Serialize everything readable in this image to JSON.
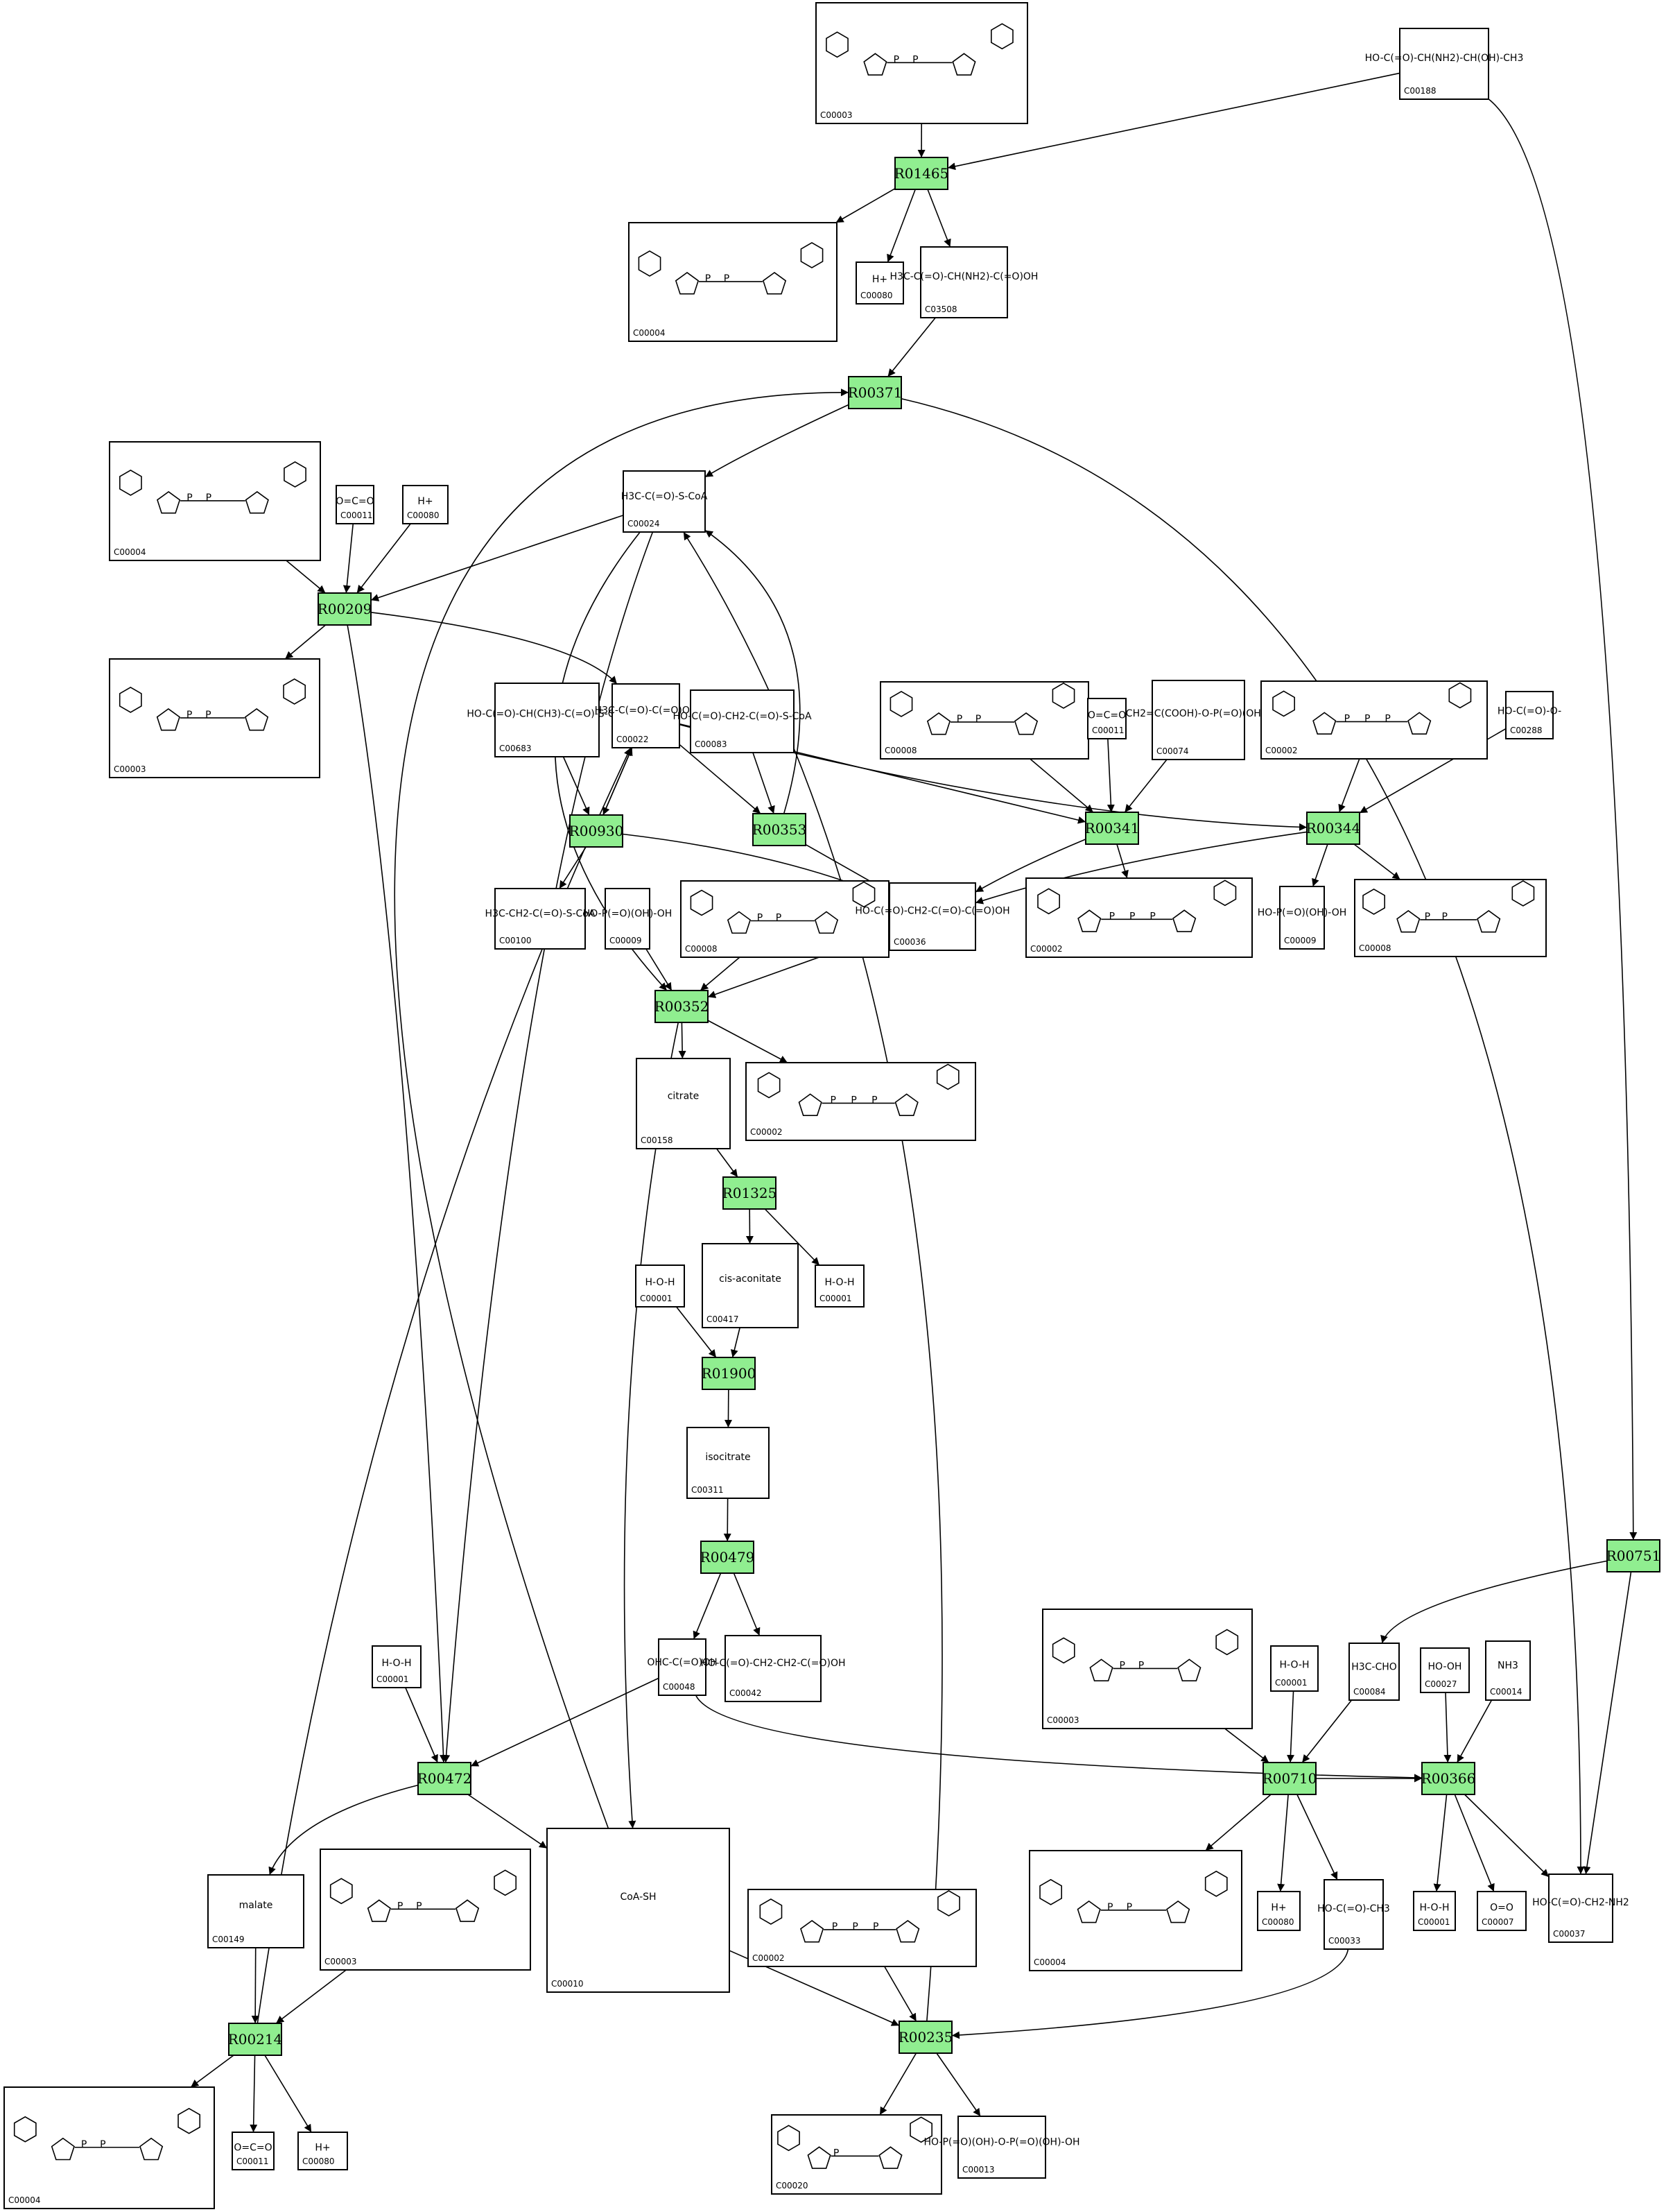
{
  "colors": {
    "reaction_fill": "#90ee90",
    "stroke": "#000000",
    "background": "#ffffff"
  },
  "reactions": [
    {
      "id": "R01465",
      "label": "R01465"
    },
    {
      "id": "R00371",
      "label": "R00371"
    },
    {
      "id": "R00209",
      "label": "R00209"
    },
    {
      "id": "R00930",
      "label": "R00930"
    },
    {
      "id": "R00353",
      "label": "R00353"
    },
    {
      "id": "R00341",
      "label": "R00341"
    },
    {
      "id": "R00344",
      "label": "R00344"
    },
    {
      "id": "R00352",
      "label": "R00352"
    },
    {
      "id": "R01325",
      "label": "R01325"
    },
    {
      "id": "R01900",
      "label": "R01900"
    },
    {
      "id": "R00479",
      "label": "R00479"
    },
    {
      "id": "R00751",
      "label": "R00751"
    },
    {
      "id": "R00472",
      "label": "R00472"
    },
    {
      "id": "R00710",
      "label": "R00710"
    },
    {
      "id": "R00366",
      "label": "R00366"
    },
    {
      "id": "R00214",
      "label": "R00214"
    },
    {
      "id": "R00235",
      "label": "R00235"
    }
  ],
  "compounds": [
    {
      "key": "c3_top",
      "id": "C00003",
      "formula": "NAD+ (nicotinamide-ribose-PP-ribose-adenine)"
    },
    {
      "key": "c188",
      "id": "C00188",
      "formula": "HO-C(=O)-CH(NH2)-CH(OH)-CH3"
    },
    {
      "key": "c4_a",
      "id": "C00004",
      "formula": "NADH"
    },
    {
      "key": "c80_a",
      "id": "C00080",
      "formula": "H+"
    },
    {
      "key": "c3508",
      "id": "C03508",
      "formula": "H3C-C(=O)-CH(NH2)-C(=O)OH"
    },
    {
      "key": "c4_b",
      "id": "C00004",
      "formula": "NADH"
    },
    {
      "key": "c11_a",
      "id": "C00011",
      "formula": "O=C=O"
    },
    {
      "key": "c80_b",
      "id": "C00080",
      "formula": "H+"
    },
    {
      "key": "c24",
      "id": "C00024",
      "formula": "H3C-C(=O)-S-CoA"
    },
    {
      "key": "c3_b",
      "id": "C00003",
      "formula": "NAD+"
    },
    {
      "key": "c683",
      "id": "C00683",
      "formula": "HO-C(=O)-CH(CH3)-C(=O)-S-CoA"
    },
    {
      "key": "c22",
      "id": "C00022",
      "formula": "H3C-C(=O)-C(=O)OH"
    },
    {
      "key": "c83",
      "id": "C00083",
      "formula": "HO-C(=O)-CH2-C(=O)-S-CoA"
    },
    {
      "key": "c8_a",
      "id": "C00008",
      "formula": "ADP"
    },
    {
      "key": "c11_b",
      "id": "C00011",
      "formula": "O=C=O"
    },
    {
      "key": "c74",
      "id": "C00074",
      "formula": "CH2=C(COOH)-O-P(=O)(OH)2"
    },
    {
      "key": "c2_a",
      "id": "C00002",
      "formula": "ATP"
    },
    {
      "key": "c288",
      "id": "C00288",
      "formula": "HO-C(=O)-O-"
    },
    {
      "key": "c100",
      "id": "C00100",
      "formula": "H3C-CH2-C(=O)-S-CoA"
    },
    {
      "key": "c9_a",
      "id": "C00009",
      "formula": "HO-P(=O)(OH)-OH"
    },
    {
      "key": "c8_b",
      "id": "C00008",
      "formula": "ADP"
    },
    {
      "key": "c36",
      "id": "C00036",
      "formula": "HO-C(=O)-CH2-C(=O)-C(=O)OH"
    },
    {
      "key": "c2_b",
      "id": "C00002",
      "formula": "ATP"
    },
    {
      "key": "c9_b",
      "id": "C00009",
      "formula": "HO-P(=O)(OH)-OH"
    },
    {
      "key": "c8_c",
      "id": "C00008",
      "formula": "ADP"
    },
    {
      "key": "c158",
      "id": "C00158",
      "formula": "citrate"
    },
    {
      "key": "c2_c",
      "id": "C00002",
      "formula": "ATP"
    },
    {
      "key": "c1_a",
      "id": "C00001",
      "formula": "H-O-H"
    },
    {
      "key": "c417",
      "id": "C00417",
      "formula": "cis-aconitate"
    },
    {
      "key": "c1_b",
      "id": "C00001",
      "formula": "H-O-H"
    },
    {
      "key": "c311",
      "id": "C00311",
      "formula": "isocitrate"
    },
    {
      "key": "c48",
      "id": "C00048",
      "formula": "OHC-C(=O)OH"
    },
    {
      "key": "c42",
      "id": "C00042",
      "formula": "HO-C(=O)-CH2-CH2-C(=O)OH"
    },
    {
      "key": "c1_c",
      "id": "C00001",
      "formula": "H-O-H"
    },
    {
      "key": "c3_c",
      "id": "C00003",
      "formula": "NAD+"
    },
    {
      "key": "c1_d",
      "id": "C00001",
      "formula": "H-O-H"
    },
    {
      "key": "c84",
      "id": "C00084",
      "formula": "H3C-CHO"
    },
    {
      "key": "c27",
      "id": "C00027",
      "formula": "HO-OH"
    },
    {
      "key": "c14",
      "id": "C00014",
      "formula": "NH3"
    },
    {
      "key": "c149",
      "id": "C00149",
      "formula": "malate"
    },
    {
      "key": "c3_d",
      "id": "C00003",
      "formula": "NAD+"
    },
    {
      "key": "c10",
      "id": "C00010",
      "formula": "CoA-SH"
    },
    {
      "key": "c2_d",
      "id": "C00002",
      "formula": "ATP"
    },
    {
      "key": "c4_c",
      "id": "C00004",
      "formula": "NADH"
    },
    {
      "key": "c80_c",
      "id": "C00080",
      "formula": "H+"
    },
    {
      "key": "c33",
      "id": "C00033",
      "formula": "HO-C(=O)-CH3"
    },
    {
      "key": "c1_e",
      "id": "C00001",
      "formula": "H-O-H"
    },
    {
      "key": "c7",
      "id": "C00007",
      "formula": "O=O"
    },
    {
      "key": "c37",
      "id": "C00037",
      "formula": "HO-C(=O)-CH2-NH2"
    },
    {
      "key": "c4_d",
      "id": "C00004",
      "formula": "NADH"
    },
    {
      "key": "c11_c",
      "id": "C00011",
      "formula": "O=C=O"
    },
    {
      "key": "c80_d",
      "id": "C00080",
      "formula": "H+"
    },
    {
      "key": "c20",
      "id": "C00020",
      "formula": "AMP"
    },
    {
      "key": "c13",
      "id": "C00013",
      "formula": "HO-P(=O)(OH)-O-P(=O)(OH)-OH"
    }
  ],
  "edges": [
    {
      "from": "c3_top",
      "to": "R01465"
    },
    {
      "from": "c188",
      "to": "R01465"
    },
    {
      "from": "R01465",
      "to": "c4_a"
    },
    {
      "from": "R01465",
      "to": "c80_a"
    },
    {
      "from": "R01465",
      "to": "c3508"
    },
    {
      "from": "c3508",
      "to": "R00371"
    },
    {
      "from": "R00371",
      "to": "c24"
    },
    {
      "from": "R00371",
      "to": "c37"
    },
    {
      "from": "c4_b",
      "to": "R00209"
    },
    {
      "from": "c11_a",
      "to": "R00209"
    },
    {
      "from": "c80_b",
      "to": "R00209"
    },
    {
      "from": "c24",
      "to": "R00209"
    },
    {
      "from": "R00209",
      "to": "c3_b"
    },
    {
      "from": "R00209",
      "to": "c22"
    },
    {
      "from": "c683",
      "to": "R00930"
    },
    {
      "from": "c22",
      "to": "R00930"
    },
    {
      "from": "R00930",
      "to": "c22"
    },
    {
      "from": "R00930",
      "to": "c100"
    },
    {
      "from": "R00930",
      "to": "c36"
    },
    {
      "from": "c83",
      "to": "R00353"
    },
    {
      "from": "c22",
      "to": "R00353"
    },
    {
      "from": "R00353",
      "to": "c24"
    },
    {
      "from": "R00353",
      "to": "c36"
    },
    {
      "from": "c8_a",
      "to": "R00341"
    },
    {
      "from": "c11_b",
      "to": "R00341"
    },
    {
      "from": "c74",
      "to": "R00341"
    },
    {
      "from": "c22",
      "to": "R00341"
    },
    {
      "from": "R00341",
      "to": "c2_b"
    },
    {
      "from": "R00341",
      "to": "c36"
    },
    {
      "from": "c2_a",
      "to": "R00344"
    },
    {
      "from": "c288",
      "to": "R00344"
    },
    {
      "from": "c22",
      "to": "R00344"
    },
    {
      "from": "R00344",
      "to": "c9_b"
    },
    {
      "from": "R00344",
      "to": "c8_c"
    },
    {
      "from": "R00344",
      "to": "c36"
    },
    {
      "from": "c24",
      "to": "R00352"
    },
    {
      "from": "c9_a",
      "to": "R00352"
    },
    {
      "from": "c8_b",
      "to": "R00352"
    },
    {
      "from": "c36",
      "to": "R00352"
    },
    {
      "from": "R00352",
      "to": "c158"
    },
    {
      "from": "R00352",
      "to": "c2_c"
    },
    {
      "from": "R00352",
      "to": "c10"
    },
    {
      "from": "c158",
      "to": "R01325"
    },
    {
      "from": "R01325",
      "to": "c417"
    },
    {
      "from": "R01325",
      "to": "c1_b"
    },
    {
      "from": "c1_a",
      "to": "R01900"
    },
    {
      "from": "c417",
      "to": "R01900"
    },
    {
      "from": "R01900",
      "to": "c311"
    },
    {
      "from": "c311",
      "to": "R00479"
    },
    {
      "from": "R00479",
      "to": "c48"
    },
    {
      "from": "R00479",
      "to": "c42"
    },
    {
      "from": "c188",
      "to": "R00751"
    },
    {
      "from": "R00751",
      "to": "c84"
    },
    {
      "from": "R00751",
      "to": "c37"
    },
    {
      "from": "c1_c",
      "to": "R00472"
    },
    {
      "from": "c48",
      "to": "R00472"
    },
    {
      "from": "c24",
      "to": "R00472"
    },
    {
      "from": "R00209",
      "to": "R00472"
    },
    {
      "from": "R00472",
      "to": "c149"
    },
    {
      "from": "R00472",
      "to": "c10"
    },
    {
      "from": "c48",
      "to": "R00366"
    },
    {
      "from": "c3_c",
      "to": "R00710"
    },
    {
      "from": "c1_d",
      "to": "R00710"
    },
    {
      "from": "c84",
      "to": "R00710"
    },
    {
      "from": "R00710",
      "to": "c4_c"
    },
    {
      "from": "R00710",
      "to": "c80_c"
    },
    {
      "from": "R00710",
      "to": "c33"
    },
    {
      "from": "R00710",
      "to": "R00366"
    },
    {
      "from": "c27",
      "to": "R00366"
    },
    {
      "from": "c14",
      "to": "R00366"
    },
    {
      "from": "R00366",
      "to": "c1_e"
    },
    {
      "from": "R00366",
      "to": "c7"
    },
    {
      "from": "R00366",
      "to": "c37"
    },
    {
      "from": "c149",
      "to": "R00214"
    },
    {
      "from": "c3_d",
      "to": "R00214"
    },
    {
      "from": "R00214",
      "to": "c4_d"
    },
    {
      "from": "R00214",
      "to": "c11_c"
    },
    {
      "from": "R00214",
      "to": "c80_d"
    },
    {
      "from": "R00214",
      "to": "c22"
    },
    {
      "from": "c10",
      "to": "R00371"
    },
    {
      "from": "c10",
      "to": "R00235"
    },
    {
      "from": "c2_d",
      "to": "R00235"
    },
    {
      "from": "c33",
      "to": "R00235"
    },
    {
      "from": "R00235",
      "to": "c20"
    },
    {
      "from": "R00235",
      "to": "c13"
    },
    {
      "from": "R00235",
      "to": "c24"
    }
  ]
}
